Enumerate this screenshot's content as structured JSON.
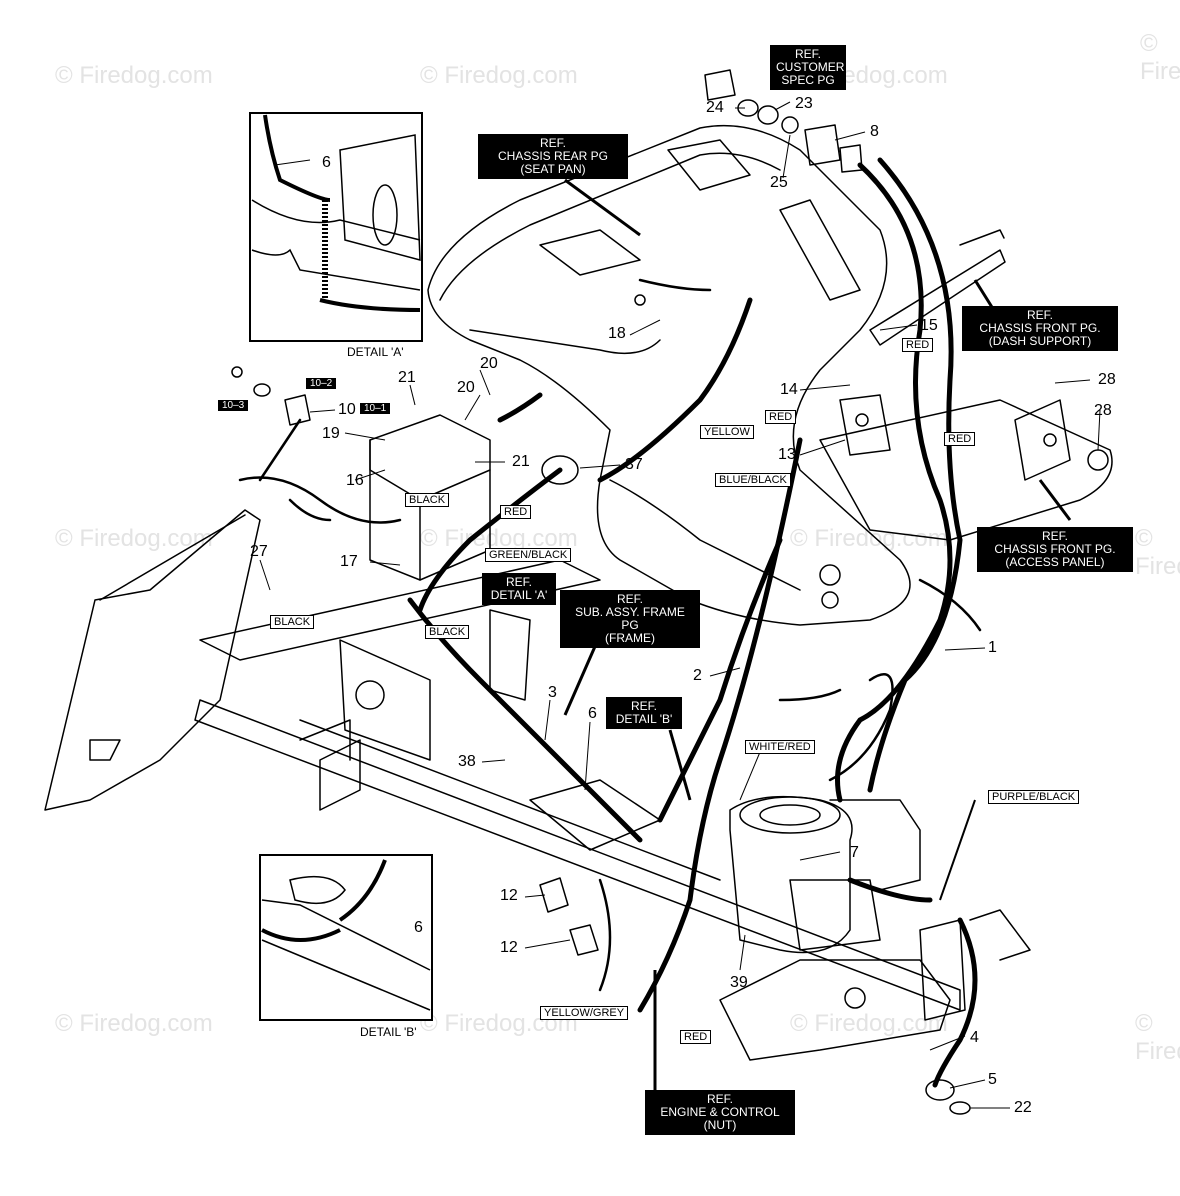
{
  "watermark": "© Firedog.com",
  "refs": {
    "customer_spec": [
      "REF.",
      "CUSTOMER",
      "SPEC PG"
    ],
    "chassis_rear": [
      "REF.",
      "CHASSIS REAR PG",
      "(SEAT PAN)"
    ],
    "chassis_front_dash": [
      "REF.",
      "CHASSIS FRONT PG.",
      "(DASH SUPPORT)"
    ],
    "chassis_front_access": [
      "REF.",
      "CHASSIS FRONT PG.",
      "(ACCESS PANEL)"
    ],
    "detail_a": [
      "REF.",
      "DETAIL 'A'"
    ],
    "sub_assy_frame": [
      "REF.",
      "SUB. ASSY. FRAME PG",
      "(FRAME)"
    ],
    "detail_b": [
      "REF.",
      "DETAIL 'B'"
    ],
    "engine_control": [
      "REF.",
      "ENGINE & CONTROL",
      "(NUT)"
    ]
  },
  "detail_labels": {
    "a": "DETAIL 'A'",
    "b": "DETAIL 'B'"
  },
  "wire_labels": {
    "red_15": "RED",
    "red_14": "RED",
    "yellow": "YELLOW",
    "red_13": "RED",
    "blue_black": "BLUE/BLACK",
    "black_16": "BLACK",
    "red_battery": "RED",
    "green_black": "GREEN/BLACK",
    "black_27": "BLACK",
    "black_17": "BLACK",
    "white_red": "WHITE/RED",
    "purple_black": "PURPLE/BLACK",
    "yellow_grey": "YELLOW/GREY",
    "red_bottom": "RED"
  },
  "sub_labels": {
    "s10_2": "10–2",
    "s10_3": "10–3",
    "s10_1": "10–1"
  },
  "callouts": {
    "n24": "24",
    "n23": "23",
    "n8": "8",
    "n25": "25",
    "n6a": "6",
    "n18": "18",
    "n15": "15",
    "n14": "14",
    "n28a": "28",
    "n28b": "28",
    "n13": "13",
    "n20a": "20",
    "n21a": "21",
    "n20b": "20",
    "n10": "10",
    "n19": "19",
    "n21b": "21",
    "n37": "37",
    "n16": "16",
    "n17": "17",
    "n27": "27",
    "n1": "1",
    "n2": "2",
    "n3": "3",
    "n6b": "6",
    "n38": "38",
    "n7": "7",
    "n12a": "12",
    "n12b": "12",
    "n6c": "6",
    "n39": "39",
    "n4": "4",
    "n5": "5",
    "n22": "22"
  }
}
